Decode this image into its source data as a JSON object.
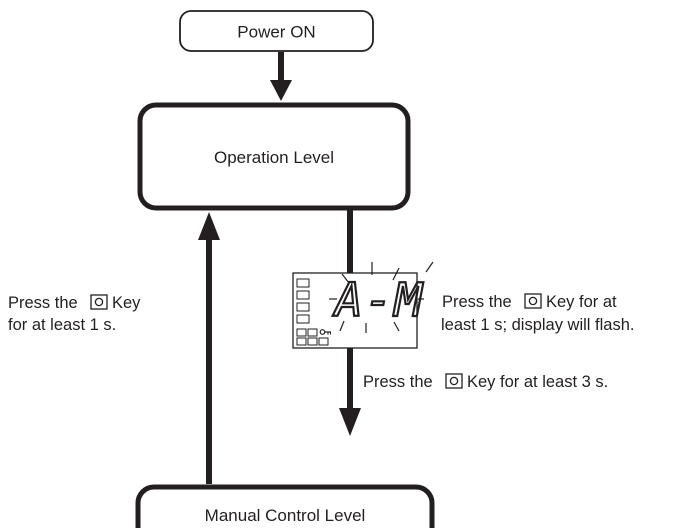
{
  "nodes": {
    "power_on": "Power ON",
    "operation_level": "Operation Level",
    "manual_control_level": "Manual Control Level"
  },
  "display": {
    "text": "A-M",
    "key_glyph": "O-key-icon",
    "lock_glyph": "key-lock-icon"
  },
  "notes": {
    "left": {
      "line1_before_key": "Press the",
      "line1_after_key": "Key",
      "line2": "for at least 1 s."
    },
    "right_top": {
      "line1_before_key": "Press the",
      "line1_after_key": "Key for at",
      "line2": "least 1 s; display will flash."
    },
    "right_bottom": {
      "before_key": "Press the",
      "after_key": "Key for at least 3 s."
    }
  },
  "colors": {
    "ink": "#231f20",
    "background": "#ffffff"
  }
}
